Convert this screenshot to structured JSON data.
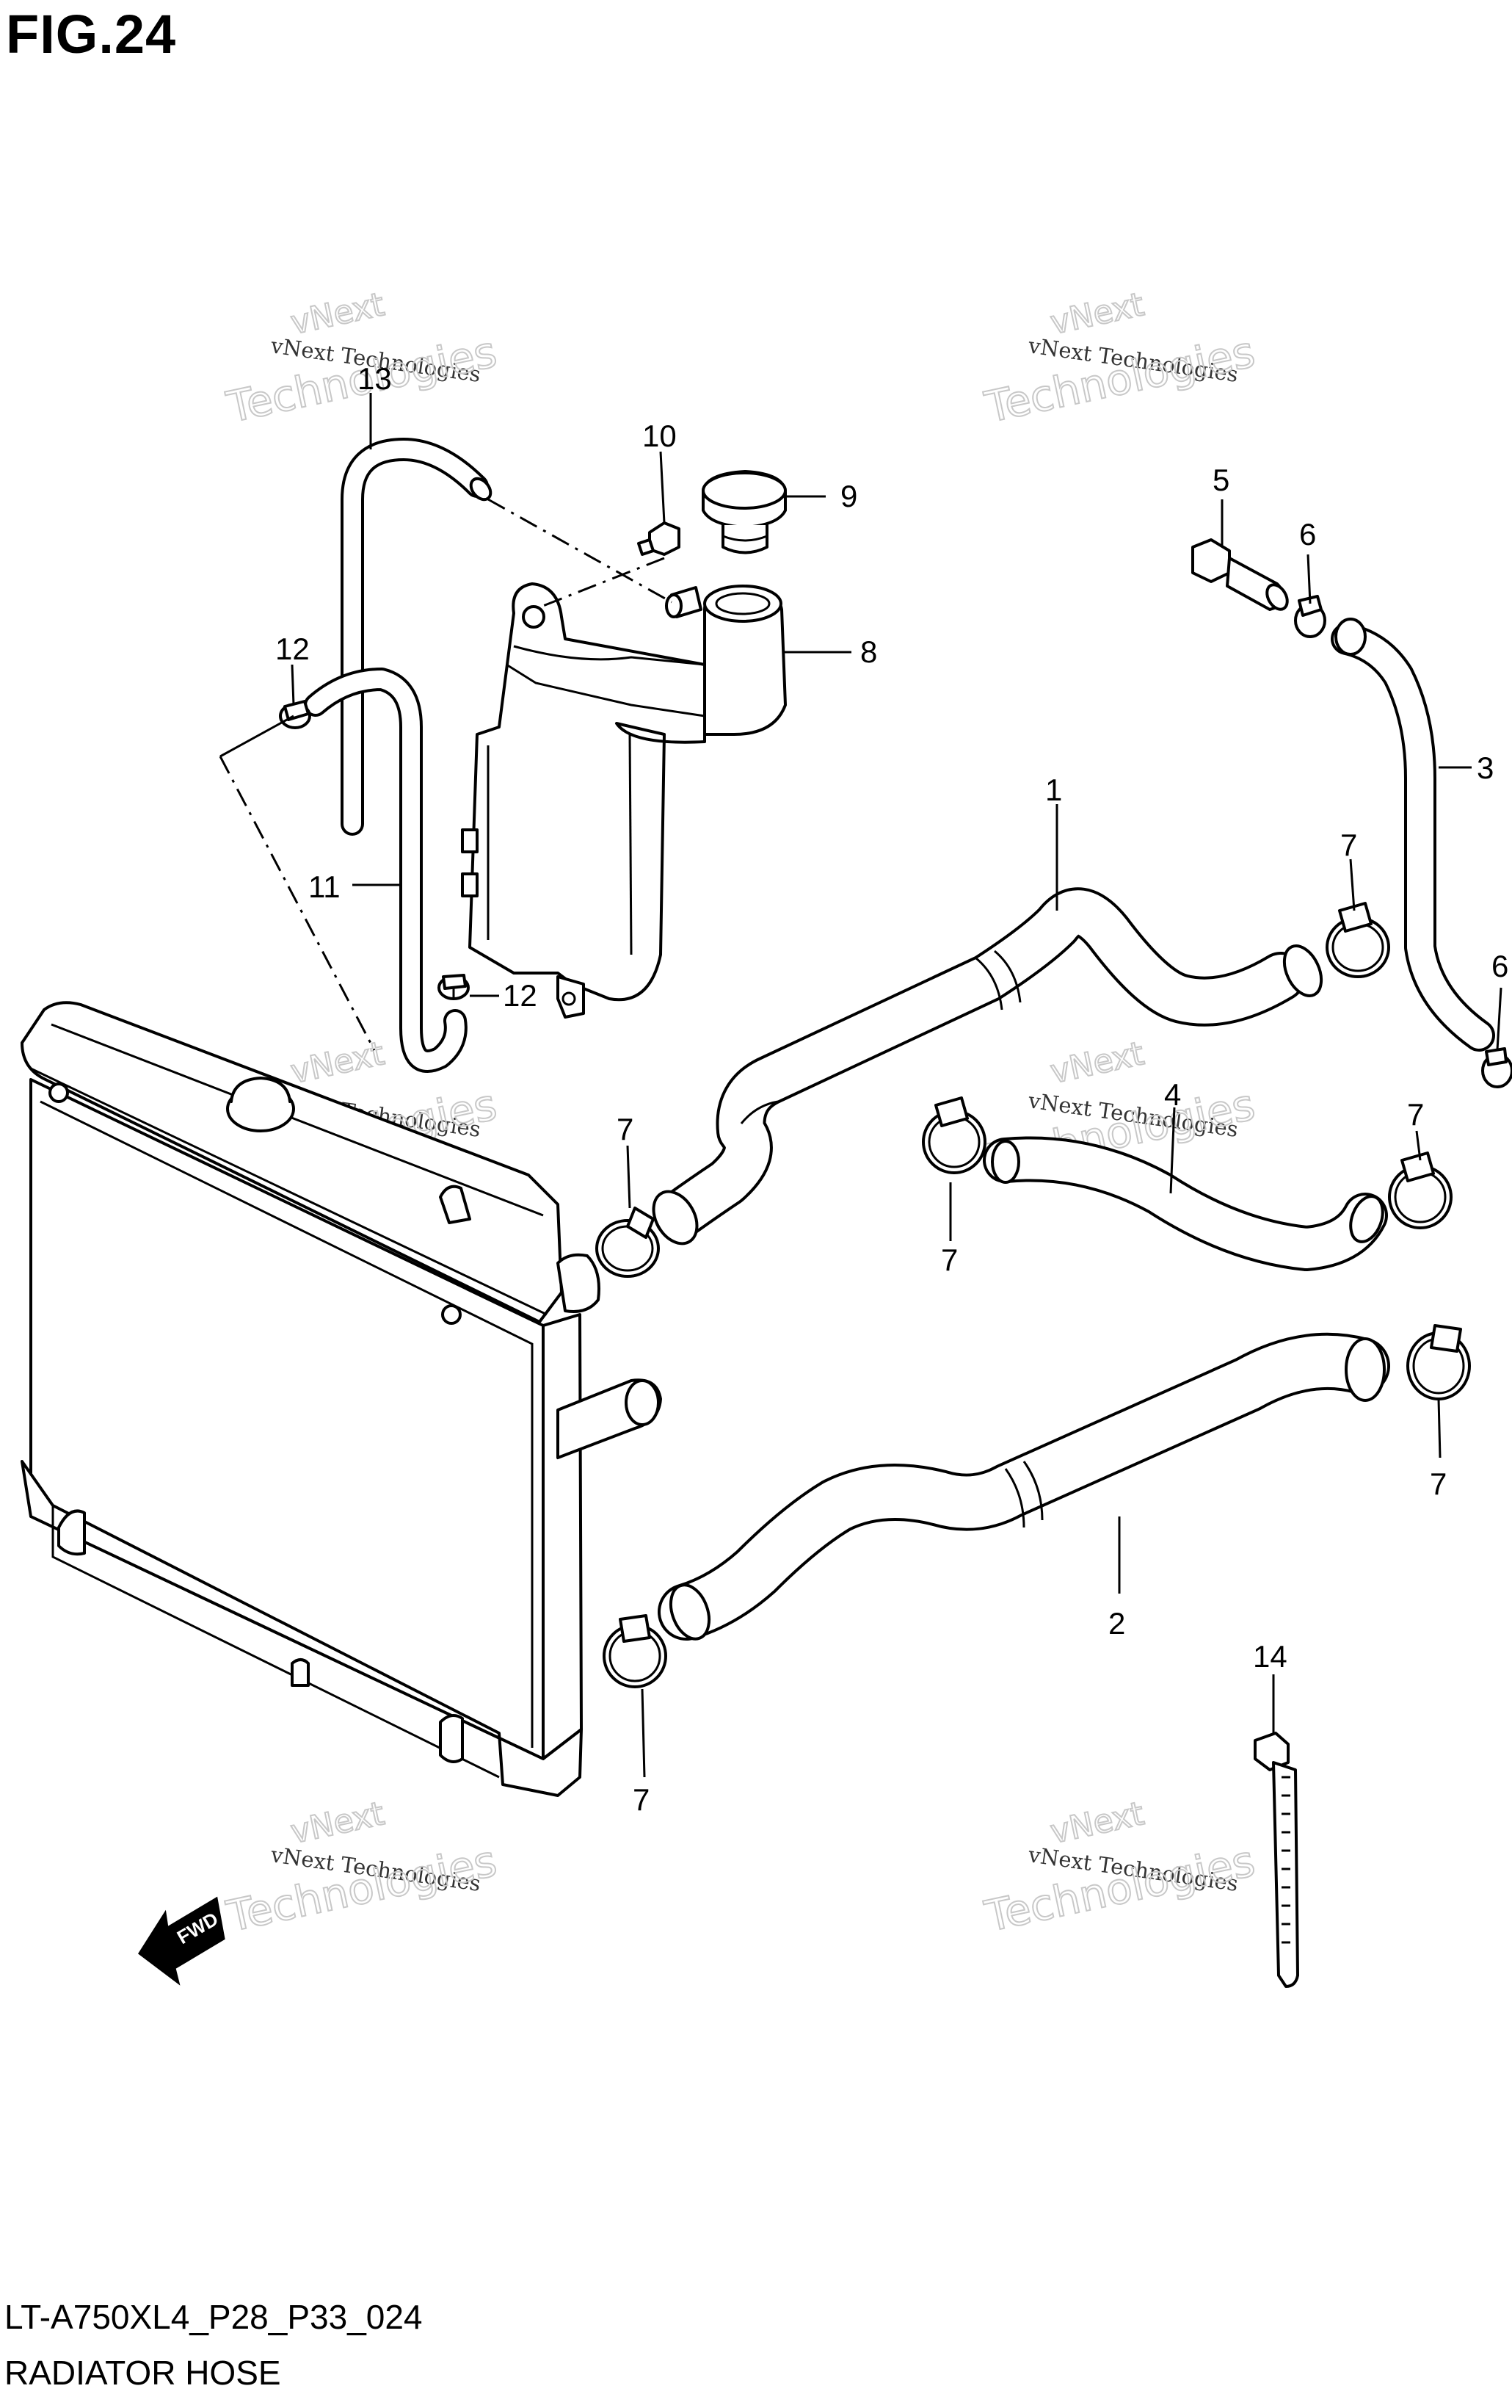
{
  "header": {
    "title": "FIG.24"
  },
  "footer": {
    "model_code": "LT-A750XL4_P28_P33_024",
    "caption": "RADIATOR HOSE"
  },
  "watermark": {
    "line1": "vNext",
    "line2": "vNext Technologies",
    "line3": "Technologies"
  },
  "fwd_label": "FWD",
  "callouts": [
    {
      "id": "c13",
      "label": "13"
    },
    {
      "id": "c10",
      "label": "10"
    },
    {
      "id": "c9",
      "label": "9"
    },
    {
      "id": "c5",
      "label": "5"
    },
    {
      "id": "c6a",
      "label": "6"
    },
    {
      "id": "c8",
      "label": "8"
    },
    {
      "id": "c12a",
      "label": "12"
    },
    {
      "id": "c3",
      "label": "3"
    },
    {
      "id": "c1",
      "label": "1"
    },
    {
      "id": "c7a",
      "label": "7"
    },
    {
      "id": "c11",
      "label": "11"
    },
    {
      "id": "c12b",
      "label": "12"
    },
    {
      "id": "c6b",
      "label": "6"
    },
    {
      "id": "c7b",
      "label": "7"
    },
    {
      "id": "c4",
      "label": "4"
    },
    {
      "id": "c7c",
      "label": "7"
    },
    {
      "id": "c7d",
      "label": "7"
    },
    {
      "id": "c7e",
      "label": "7"
    },
    {
      "id": "c2",
      "label": "2"
    },
    {
      "id": "c14",
      "label": "14"
    },
    {
      "id": "c7f",
      "label": "7"
    }
  ]
}
